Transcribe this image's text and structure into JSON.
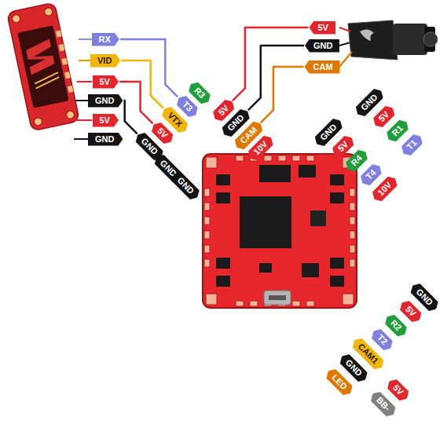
{
  "diagram": {
    "nodes": [
      {
        "text": [
          "RX"
        ]
      },
      {
        "text": [
          "VID"
        ]
      },
      {
        "text": [
          "5V"
        ]
      },
      {
        "text": [
          "GND"
        ]
      },
      {
        "text": [
          "5V"
        ]
      },
      {
        "text": [
          "GND"
        ]
      },
      {
        "text": [
          "5V"
        ]
      },
      {
        "text": [
          "GND"
        ]
      },
      {
        "text": [
          "CAM"
        ]
      },
      {
        "text": [
          "R3"
        ]
      },
      {
        "text": [
          "T3"
        ]
      },
      {
        "text": [
          "VTX"
        ]
      },
      {
        "text": [
          "5V"
        ]
      },
      {
        "text": [
          "GND"
        ]
      },
      {
        "text": [
          "GND"
        ]
      },
      {
        "text": [
          "GND"
        ]
      },
      {
        "text": [
          "5V"
        ]
      },
      {
        "text": [
          "GND"
        ]
      },
      {
        "text": [
          "CAM"
        ]
      },
      {
        "text": [
          "10V"
        ]
      },
      {
        "text": [
          "GND"
        ]
      },
      {
        "text": [
          "5V"
        ]
      },
      {
        "text": [
          "R4"
        ]
      },
      {
        "text": [
          "T4"
        ]
      },
      {
        "text": [
          "10V"
        ]
      },
      {
        "text": [
          "GND"
        ]
      },
      {
        "text": [
          "5V"
        ]
      },
      {
        "text": [
          "R1"
        ]
      },
      {
        "text": [
          "T1"
        ]
      },
      {
        "text": [
          "GND"
        ]
      },
      {
        "text": [
          "5V"
        ]
      },
      {
        "text": [
          "R2"
        ]
      },
      {
        "text": [
          "T2"
        ]
      },
      {
        "text": [
          "CAM1"
        ]
      },
      {
        "text": [
          "GND"
        ]
      },
      {
        "text": [
          "LED"
        ]
      },
      {
        "text": [
          "5V"
        ]
      },
      {
        "text": [
          "BB-"
        ]
      }
    ],
    "edges": [
      {
        "from": 0,
        "to": 10,
        "arrow": "none"
      },
      {
        "from": 1,
        "to": 11,
        "arrow": "none"
      },
      {
        "from": 2,
        "to": 12,
        "arrow": "none"
      },
      {
        "from": 3,
        "to": 13,
        "arrow": "none"
      },
      {
        "from": 6,
        "to": 16,
        "arrow": "none"
      },
      {
        "from": 7,
        "to": 17,
        "arrow": "none"
      },
      {
        "from": 8,
        "to": 18,
        "arrow": "none"
      }
    ]
  }
}
